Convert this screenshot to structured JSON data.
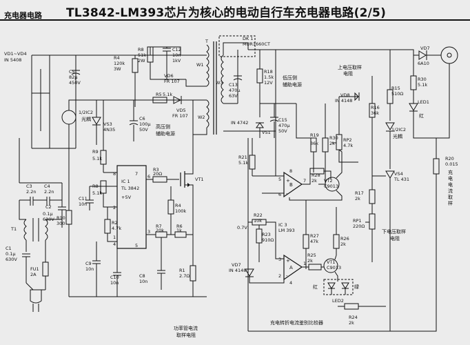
{
  "header": {
    "left": "充电器电路",
    "title": "TL3842-LM393芯片为核心的电动自行车充电器电路(2/5)"
  },
  "labels": {
    "vd14_name": "VD1~VD4",
    "vd14_val": "IN 5408",
    "c5_name": "C5",
    "c5_val1": "82μ",
    "c5_val2": "450V",
    "r4_name": "R4",
    "r4_val1": "120k",
    "r4_val2": "3W",
    "r8_name": "R8",
    "r8_val1": "51k",
    "r8_val2": "2W",
    "c12_name": "C12",
    "c12_val1": "10n",
    "c12_val2": "1kV",
    "vd6_name": "VD6",
    "vd6_val": "FR 107",
    "t_name": "T",
    "w1": "W1",
    "w2": "W2",
    "w3": "W3",
    "dk1_name": "DK 1",
    "dk1_val": "MUR1660CT",
    "c13_name": "C13",
    "c13_val1": "470μ",
    "c13_val2": "63V",
    "r18_name": "R18",
    "r18_val1": "1.5k",
    "r18_val2": "12V",
    "lowside_power": "低压侧",
    "lowside_power2": "辅助电源",
    "vd7_name": "VD7",
    "vd7_val": "6A10",
    "r30_name": "R30",
    "r30_val": "5.1k",
    "led1_name": "LED1",
    "led1_color": "红",
    "up_sample1": "上电压取样",
    "up_sample2": "电阻",
    "vd8_name": "VD8",
    "vd8_val": "IN 4148",
    "r15_name": "R15",
    "r15_val": "510Ω",
    "r16_name": "R16",
    "r16_val": "36k",
    "ic2_right1": "1/2IC2",
    "ic2_right2": "光耦",
    "ic2_left1": "1/2IC2",
    "ic2_left2": "光耦",
    "c3_name": "C3",
    "c3_val": "2.2n",
    "c4_name": "C4",
    "c4_val": "2.2n",
    "c2_name": "C2",
    "c2_val1": "0.1μ",
    "c2_val2": "630V",
    "vs3_name": "VS3",
    "vs3_val": "4N35",
    "c6_name": "C6",
    "c6_val1": "100μ",
    "c6_val2": "50V",
    "r5_name": "R5",
    "r5_val": "5.1k",
    "vd5_name": "VD5",
    "vd5_val": "FR 107",
    "hv_power1": "高压侧",
    "hv_power2": "辅助电源",
    "in4742": "IN 4742",
    "c15_name": "C15",
    "c15_val1": "470μ",
    "c15_val2": "50V",
    "vs1": "VS1",
    "r19_name": "R19",
    "r19_val": "36k",
    "r20x_name": "R30",
    "r20x_val": "2k",
    "rp2_name": "RP2",
    "rp2_val": "4.7k",
    "r20_name": "R20",
    "r20_val": "0.015",
    "r20_desc": [
      "充",
      "电",
      "电",
      "流",
      "取",
      "样"
    ],
    "r9_name": "R9",
    "r9_val": "5.1k",
    "r3_name": "R3",
    "r3_val": "20Ω",
    "vt1_top": "VT1",
    "r21_name": "R21",
    "r21_val": "5.1k",
    "r28_name": "R28",
    "r28_val": "2k",
    "vt2_name": "VT2",
    "vt2_val": "C9013",
    "vs4_name": "VS4",
    "vs4_val": "TL 431",
    "ic1_name": "IC 1",
    "ic1_val": "TL 3842",
    "ic1_5v": "+5V",
    "c11_name": "C11",
    "c11_val": "10n",
    "r8b_name": "R8",
    "r8b_val": "5.1k",
    "r17_name": "R17",
    "r17_val": "2k",
    "rp1_name": "RP1",
    "rp1_val": "220Ω",
    "r10_name": "R10",
    "r10_val": "300",
    "r2_name": "R2",
    "r2_val": "4.7k",
    "r4b_name": "R4",
    "r4b_val": "100k",
    "r22_name": "R22",
    "r22_val": "10k",
    "ic3_name": "IC 3",
    "ic3_val": "LM 393",
    "v07": "0.7V",
    "r23_name": "R23",
    "r23_val": "910Ω",
    "r27_name": "R27",
    "r27_val": "47k",
    "r26_name": "R26",
    "r26_val": "2k",
    "low_sample1": "下电压取样",
    "low_sample2": "电阻",
    "r7_name": "R7",
    "r7_val": "20k",
    "r6_name": "R6",
    "r6_val": "1k",
    "t1_name": "T1",
    "c9_name": "C9",
    "c9_val": "10n",
    "c1_name": "C1",
    "c1_val1": "0.1μ",
    "c1_val2": "630V",
    "vd7b_name": "VD7",
    "vd7b_val": "IN 4148",
    "r25_name": "R25",
    "r25_val": "2k",
    "vt1b_name": "VT1",
    "vt1b_val": "C9013",
    "fu1_name": "FU1",
    "fu1_val": "2A",
    "c10_name": "C10",
    "c10_val": "10n",
    "c8_name": "C8",
    "c8_val": "10n",
    "r1_name": "R1",
    "r1_val": "2.7Ω",
    "red": "红",
    "green": "绿",
    "led2_name": "LED2",
    "switch_comp": "充电转折电流鉴别比较器",
    "r24_name": "R24",
    "r24_val": "2k",
    "pt_sense1": "功率管电流",
    "pt_sense2": "取样电阻",
    "pin_ic1": [
      "8",
      "7",
      "2",
      "1",
      "5",
      "6",
      "4",
      "3"
    ],
    "pin_ic3": [
      "8",
      "5",
      "6",
      "3",
      "2",
      "4",
      "1",
      "7"
    ],
    "pin_plus": "+",
    "pin_minus": "-"
  }
}
